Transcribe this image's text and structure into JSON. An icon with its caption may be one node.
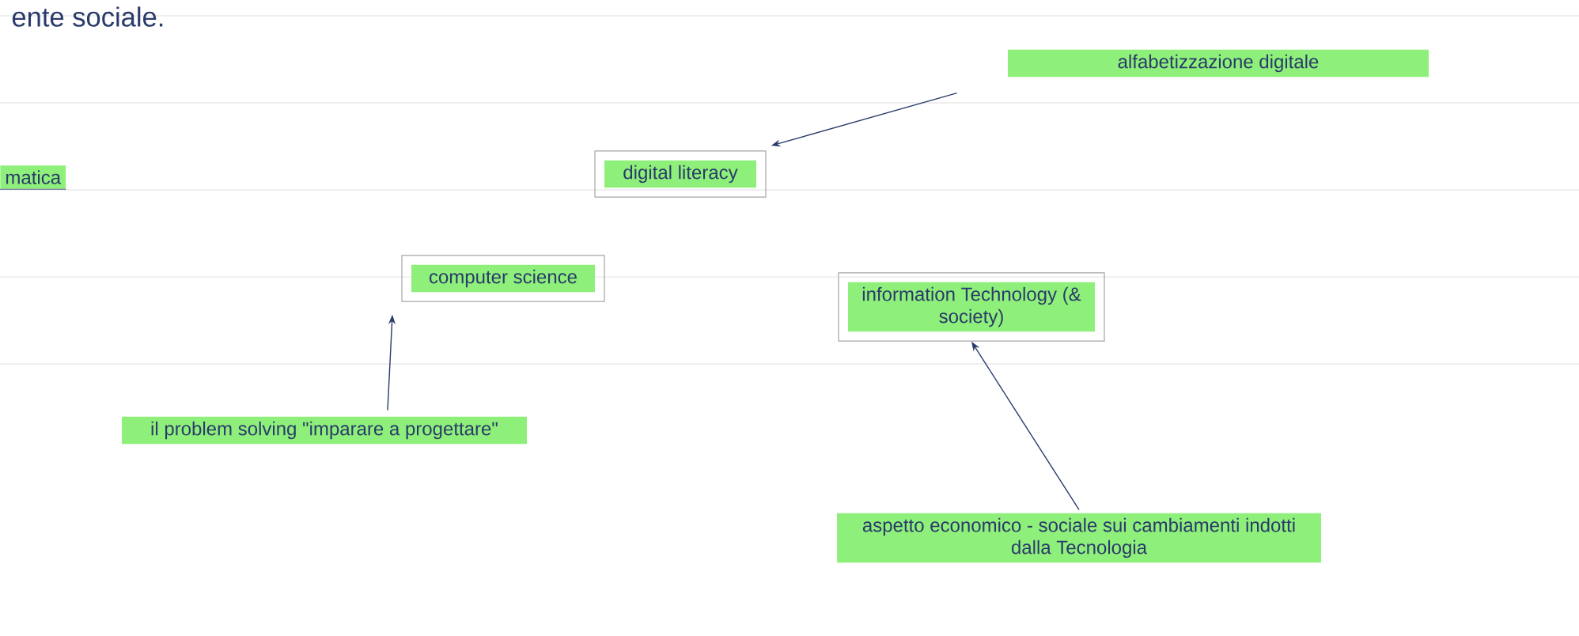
{
  "diagram": {
    "nodes": [
      {
        "text": [
          "digital literacy"
        ]
      },
      {
        "text": [
          "computer science"
        ]
      },
      {
        "text": [
          "information Technology (& society)"
        ]
      },
      {
        "text": [
          "alfabetizzazione digitale"
        ]
      },
      {
        "text": [
          "il problem solving \"imparare a progettare\""
        ]
      },
      {
        "text": [
          "aspetto economico - sociale sui cambiamenti indotti dalla Tecnologia"
        ]
      }
    ],
    "edges": [
      {
        "from": 3,
        "to": 0,
        "arrow": "to"
      },
      {
        "from": 4,
        "to": 1,
        "arrow": "to"
      },
      {
        "from": 5,
        "to": 2,
        "arrow": "to"
      }
    ],
    "labels": [
      "ente sociale.",
      "matica"
    ]
  }
}
